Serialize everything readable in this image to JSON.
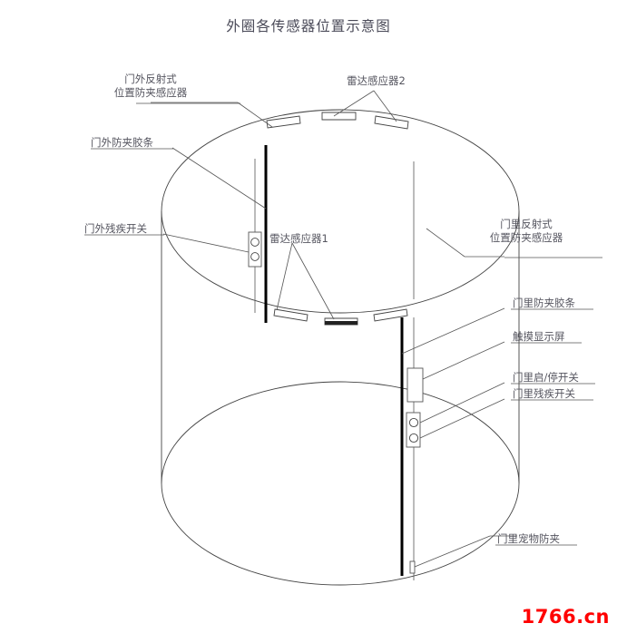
{
  "document": {
    "title": "外圈各传感器位置示意图",
    "watermark": "1766.cn"
  },
  "colors": {
    "line": "#444444",
    "thick_bar": "#000000",
    "text": "#55555f",
    "title_text": "#4a4a58",
    "watermark": "#ff0000",
    "background": "#ffffff"
  },
  "labels": {
    "outer_reflect_sensor": {
      "line1": "门外反射式",
      "line2": "位置防夹感应器"
    },
    "outer_seal_strip": {
      "line1": "门外防夹胶条"
    },
    "outer_disabled_switch": {
      "line1": "门外残疾开关"
    },
    "radar_sensor_1": {
      "line1": "雷达感应器1"
    },
    "radar_sensor_2": {
      "line1": "雷达感应器2"
    },
    "inner_reflect_sensor": {
      "line1": "门里反射式",
      "line2": "位置防夹感应器"
    },
    "inner_seal_strip": {
      "line1": "门里防夹胶条"
    },
    "touch_display": {
      "line1": "触摸显示屏"
    },
    "inner_start_stop_switch": {
      "line1": "门里启/停开关"
    },
    "inner_disabled_switch": {
      "line1": "门里残疾开关"
    },
    "inner_pet_sensor": {
      "line1": "门里宠物防夹"
    }
  },
  "diagram": {
    "type": "technical-line-drawing",
    "subject": "revolving-door-cylinder",
    "components": [
      "top-ellipse-rim",
      "bottom-ellipse-rim",
      "left-cylinder-wall",
      "right-cylinder-wall",
      "outer-door-leaf",
      "inner-door-leaf",
      "radar-sensor-plates-top",
      "radar-sensor-plates-bottom",
      "outer-disabled-switch-panel",
      "inner-touch-display-panel",
      "inner-switch-panel",
      "inner-pet-sensor-block"
    ]
  }
}
